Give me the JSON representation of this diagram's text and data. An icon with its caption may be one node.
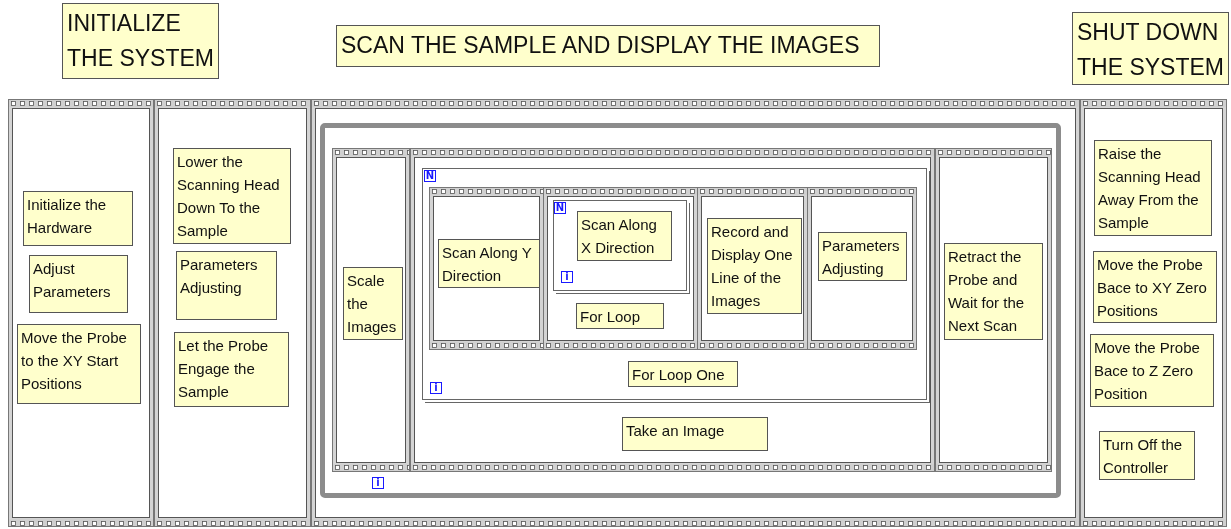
{
  "diagram": {
    "nodes": [
      {
        "text": [
          "INITIALIZE THE SYSTEM"
        ]
      },
      {
        "text": [
          "SCAN THE SAMPLE AND DISPLAY THE IMAGES"
        ]
      },
      {
        "text": [
          "SHUT DOWN THE SYSTEM"
        ]
      },
      {
        "text": [],
        "shape": "frame"
      },
      {
        "text": [
          "Initialize the Hardware"
        ],
        "in": 3
      },
      {
        "text": [
          "Adjust Parameters"
        ],
        "in": 3
      },
      {
        "text": [
          "Move the Probe to the XY Start Positions"
        ],
        "in": 3
      },
      {
        "text": [],
        "shape": "frame"
      },
      {
        "text": [
          "Lower the Scanning Head Down To the Sample"
        ],
        "in": 7
      },
      {
        "text": [
          "Parameters Adjusting"
        ],
        "in": 7
      },
      {
        "text": [
          "Let the Probe Engage the Sample"
        ],
        "in": 7
      },
      {
        "text": [],
        "shape": "frame"
      },
      {
        "text": [],
        "shape": "loop",
        "in": 11
      },
      {
        "text": [],
        "shape": "frame",
        "in": 12
      },
      {
        "text": [
          "Scale the Images"
        ],
        "in": 13
      },
      {
        "text": [],
        "shape": "frame",
        "in": 12
      },
      {
        "text": [],
        "shape": "stack",
        "in": 15
      },
      {
        "text": [],
        "shape": "frame",
        "in": 16
      },
      {
        "text": [
          "Scan Along Y Direction"
        ],
        "in": 17
      },
      {
        "text": [],
        "shape": "frame",
        "in": 16
      },
      {
        "text": [],
        "shape": "stack",
        "in": 19
      },
      {
        "text": [
          "Scan Along X Direction"
        ],
        "in": 20
      },
      {
        "text": [
          "For Loop"
        ],
        "in": 19
      },
      {
        "text": [],
        "shape": "frame",
        "in": 16
      },
      {
        "text": [
          "Record and Display One Line of the Images"
        ],
        "in": 23
      },
      {
        "text": [],
        "shape": "frame",
        "in": 16
      },
      {
        "text": [
          "Parameters Adjusting"
        ],
        "in": 25
      },
      {
        "text": [
          "For Loop One"
        ],
        "in": 16
      },
      {
        "text": [
          "Take an Image"
        ],
        "in": 15
      },
      {
        "text": [],
        "shape": "frame",
        "in": 12
      },
      {
        "text": [
          "Retract the Probe and Wait for the Next Scan"
        ],
        "in": 29
      },
      {
        "text": [],
        "shape": "frame"
      },
      {
        "text": [
          "Raise the Scanning Head Away From the Sample"
        ],
        "in": 31
      },
      {
        "text": [
          "Move the Probe Bace to XY Zero Positions"
        ],
        "in": 31
      },
      {
        "text": [
          "Move the Probe Bace to Z Zero Position"
        ],
        "in": 31
      },
      {
        "text": [
          "Turn Off the Controller"
        ],
        "in": 31
      }
    ],
    "labels": [
      "N",
      "N",
      "i",
      "i",
      "i"
    ]
  }
}
